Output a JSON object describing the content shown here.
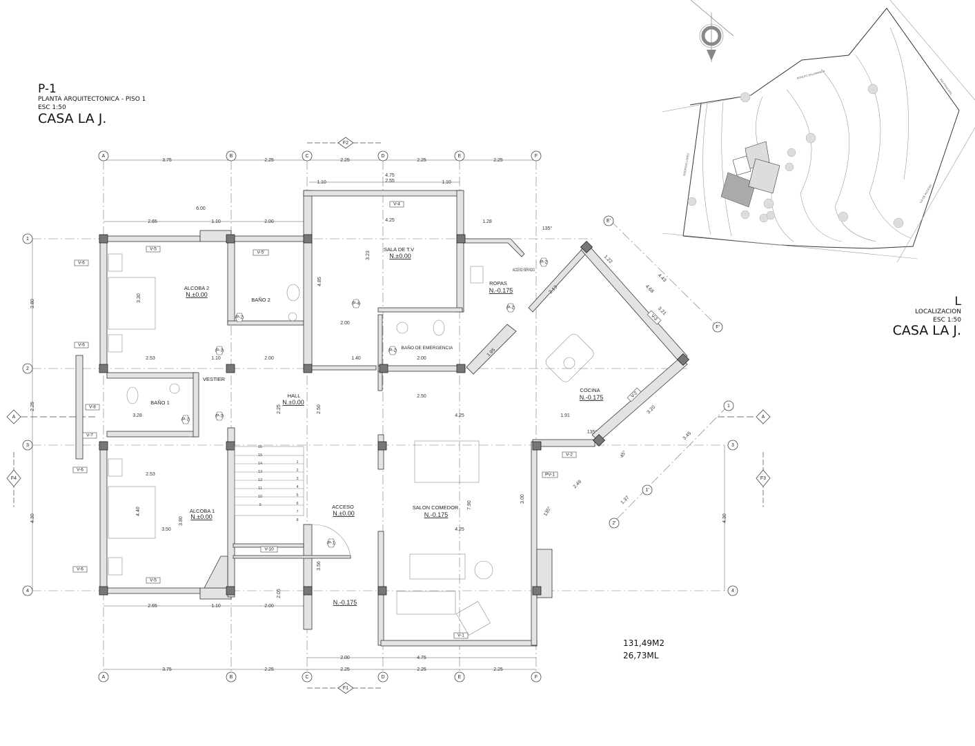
{
  "title_block": {
    "code": "P-1",
    "subtitle": "PLANTA ARQUITECTONICA - PISO 1",
    "scale": "ESC 1:50",
    "project": "CASA LA J."
  },
  "location_block": {
    "code": "L",
    "subtitle": "LOCALIZACION",
    "scale": "ESC 1:50",
    "project": "CASA LA J."
  },
  "site": {
    "streets": [
      "ADOLFO SALAMANCA",
      "VIA PRINCIPAL",
      "VIA DE ACCESO",
      "RODRIGO LOPEZ"
    ]
  },
  "grid": {
    "columns": [
      "A",
      "B",
      "C",
      "D",
      "E",
      "F"
    ],
    "rows": [
      "1",
      "2",
      "3",
      "4"
    ],
    "diagonal": [
      "E'",
      "F'",
      "1'",
      "2'"
    ]
  },
  "sections": {
    "a": "A",
    "f1": "F1",
    "f2": "F2",
    "f3": "F3",
    "f4": "F4"
  },
  "rooms": [
    {
      "name": "ALCOBA 2",
      "level": "N.±0.00"
    },
    {
      "name": "BAÑO 2",
      "level": ""
    },
    {
      "name": "SALA DE T.V",
      "level": "N.±0.00"
    },
    {
      "name": "ROPAS",
      "level": "N.-0.175"
    },
    {
      "name": "ACCESO SERVICIO",
      "level": ""
    },
    {
      "name": "BAÑO DE EMERGENCIA",
      "level": ""
    },
    {
      "name": "COCINA",
      "level": "N.-0.175"
    },
    {
      "name": "VESTIER",
      "level": ""
    },
    {
      "name": "BAÑO 1",
      "level": ""
    },
    {
      "name": "HALL",
      "level": "N.±0.00"
    },
    {
      "name": "ALCOBA 1",
      "level": "N.±0.00"
    },
    {
      "name": "ACCESO",
      "level": "N.±0.00"
    },
    {
      "name": "SALON COMEDOR",
      "level": "N.-0.175"
    }
  ],
  "exterior_level": "N.-0.175",
  "doors": [
    "P-2",
    "P-3",
    "P-3",
    "P-2",
    "P-4",
    "P-2",
    "P-2",
    "P-2",
    "P-1"
  ],
  "windows": [
    "V-5",
    "V-5'",
    "V-4",
    "V-6",
    "V-6",
    "V-6",
    "V-6",
    "V-8",
    "V-7",
    "V-5",
    "V-10",
    "V-1",
    "V-2",
    "V-2",
    "V-3",
    "PV-1"
  ],
  "stairs": [
    "1",
    "2",
    "3",
    "4",
    "5",
    "6",
    "7",
    "8",
    "9",
    "10",
    "11",
    "12",
    "13",
    "14",
    "15",
    "16"
  ],
  "dims": [
    "3.75",
    "2.25",
    "2.25",
    "2.25",
    "2.25",
    "3.75",
    "2.25",
    "2.25",
    "2.25",
    "2.25",
    "4.75",
    "1.10",
    "2.55",
    "1.10",
    "6.00",
    "2.65",
    "1.10",
    "2.00",
    "1.28",
    "4.25",
    "2.65",
    "1.10",
    "2.00",
    "2.00",
    "4.75",
    "3.80",
    "2.25",
    "4.30",
    "4.30",
    "2.53",
    "1.10",
    "2.00",
    "1.40",
    "2.00",
    "2.00",
    "3.28",
    "2.53",
    "3.50",
    "4.25",
    "4.25",
    "1.91",
    "2.50",
    "7.90",
    "3.23",
    "4.85",
    "3.30",
    "4.40",
    "3.80",
    "3.00",
    "3.56",
    "2.05",
    "2.50",
    "2.25",
    "4.43",
    "4.68",
    "3.21",
    "1.22",
    "2.13",
    "3.20",
    "3.45",
    "2.49",
    "1.37",
    "1.95",
    "135°",
    "135°",
    "135°",
    "45°"
  ],
  "summary": {
    "area": "131,49M2",
    "length": "26,73ML"
  }
}
